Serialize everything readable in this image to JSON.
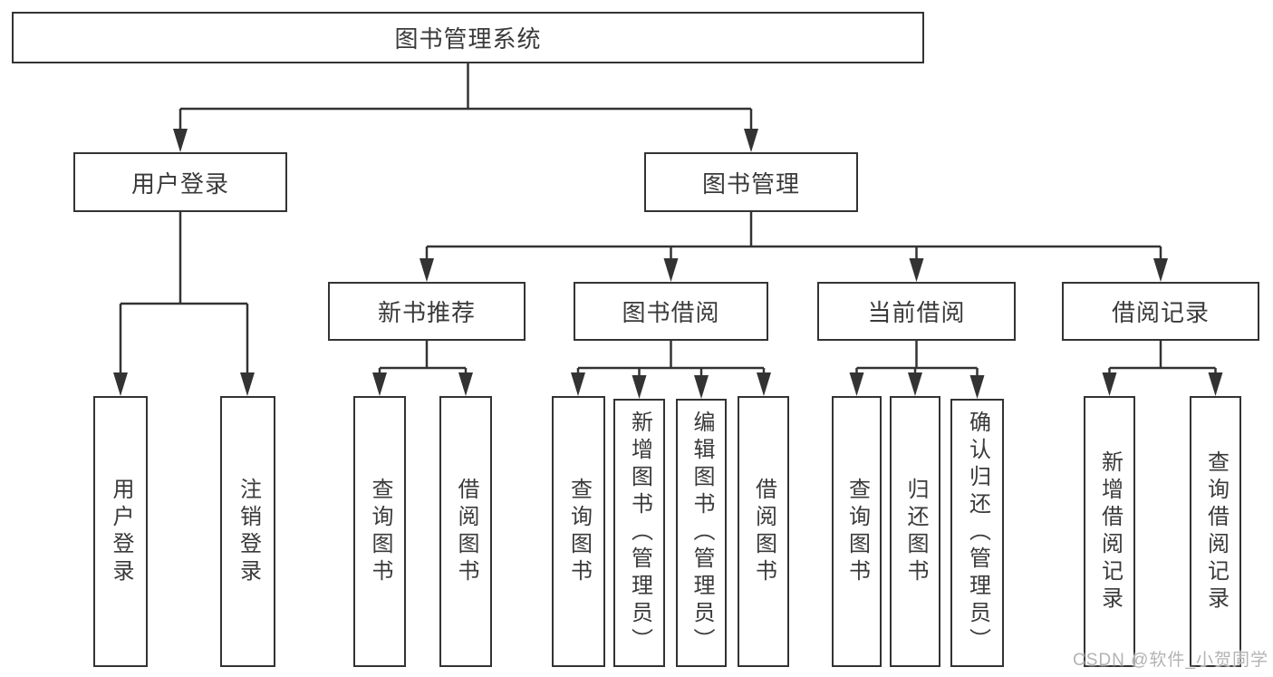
{
  "tree": {
    "root": {
      "label": "图书管理系统"
    },
    "user_login": {
      "label": "用户登录",
      "children": [
        {
          "label": "用户登录"
        },
        {
          "label": "注销登录"
        }
      ]
    },
    "book_mgmt": {
      "label": "图书管理",
      "children": [
        {
          "label": "新书推荐",
          "children": [
            {
              "label": "查询图书"
            },
            {
              "label": "借阅图书"
            }
          ]
        },
        {
          "label": "图书借阅",
          "children": [
            {
              "label": "查询图书"
            },
            {
              "label": "新增图书（管理员）"
            },
            {
              "label": "编辑图书（管理员）"
            },
            {
              "label": "借阅图书"
            }
          ]
        },
        {
          "label": "当前借阅",
          "children": [
            {
              "label": "查询图书"
            },
            {
              "label": "归还图书"
            },
            {
              "label": "确认归还（管理员）"
            }
          ]
        },
        {
          "label": "借阅记录",
          "children": [
            {
              "label": "新增借阅记录"
            },
            {
              "label": "查询借阅记录"
            }
          ]
        }
      ]
    }
  },
  "watermark": {
    "text": "CSDN @软件_小贺同学"
  },
  "colors": {
    "line": "#333333",
    "box_border": "#333333",
    "text": "#3a3a3a",
    "watermark": "#b3b3b3",
    "background": "#ffffff"
  }
}
